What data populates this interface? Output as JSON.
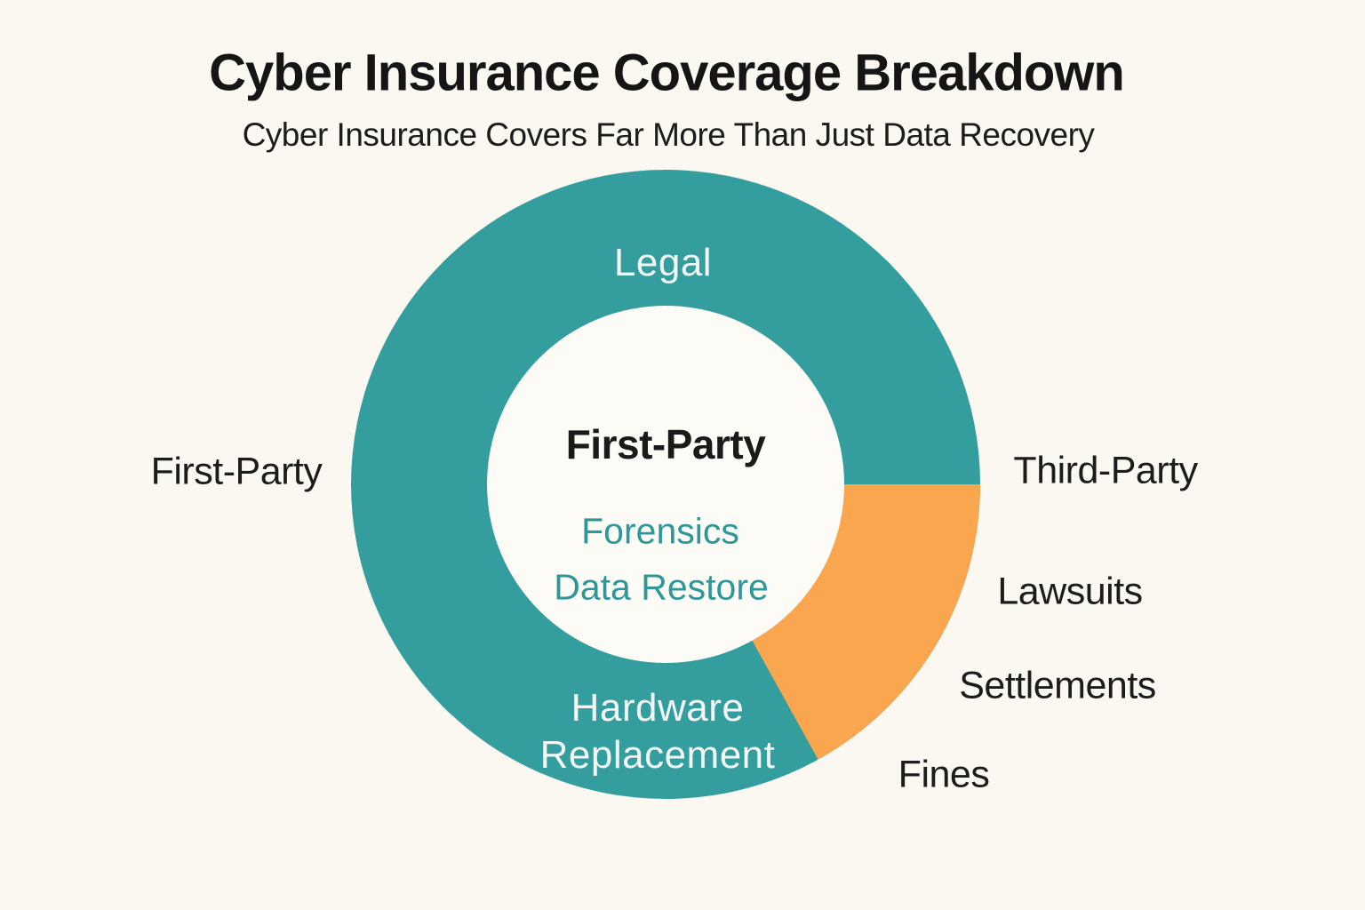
{
  "header": {
    "title": "Cyber Insurance Coverage Breakdown",
    "subtitle": "Cyber Insurance Covers Far More Than Just Data Recovery"
  },
  "chart_data": {
    "type": "pie",
    "variant": "donut",
    "title": "Cyber Insurance Coverage Breakdown",
    "subtitle": "Cyber Insurance Covers Far More Than Just Data Recovery",
    "start_angle_deg_from_east": 0,
    "series": [
      {
        "name": "First-Party",
        "color": "#349E9E",
        "sweep_deg": 299,
        "value_pct_est": 83,
        "items": [
          "Legal",
          "Hardware Replacement",
          "Forensics",
          "Data Restore"
        ]
      },
      {
        "name": "Third-Party",
        "color": "#F9A64F",
        "sweep_deg": 61,
        "value_pct_est": 17,
        "items": [
          "Lawsuits",
          "Settlements",
          "Fines"
        ]
      }
    ],
    "legend_position": "outside-labels",
    "grid": false
  },
  "donut_labels": {
    "legal": "Legal",
    "hardware_line1": "Hardware",
    "hardware_line2": "Replacement"
  },
  "center": {
    "heading": "First-Party",
    "line1": "Forensics",
    "line2": "Data Restore"
  },
  "side_labels": {
    "first_party": "First-Party",
    "third_party": "Third-Party",
    "lawsuits": "Lawsuits",
    "settlements": "Settlements",
    "fines": "Fines"
  },
  "colors": {
    "background": "#FAF8F1",
    "hole": "#FCFBF6",
    "teal": "#349E9E",
    "orange": "#F9A64F",
    "text_dark": "#1C1C1C",
    "text_teal": "#2E9898",
    "text_light": "#F2F7F6"
  }
}
